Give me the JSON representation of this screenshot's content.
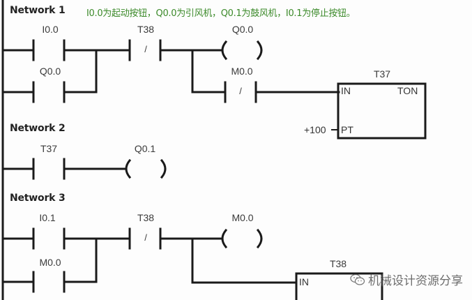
{
  "networks": [
    {
      "title": "Network 1",
      "comment": "I0.0为起动按钮，Q0.0为引风机，Q0.1为鼓风机，I0.1为停止按钮。",
      "elements": [
        {
          "type": "contact_no",
          "address": "I0.0"
        },
        {
          "type": "contact_no",
          "address": "Q0.0",
          "branch": "parallel"
        },
        {
          "type": "contact_nc",
          "address": "T38"
        },
        {
          "type": "coil",
          "address": "Q0.0"
        },
        {
          "type": "contact_nc",
          "address": "M0.0"
        },
        {
          "type": "timer",
          "address": "T37",
          "kind": "TON",
          "in_pin": "IN",
          "pt_pin": "PT",
          "preset": "+100"
        }
      ]
    },
    {
      "title": "Network 2",
      "elements": [
        {
          "type": "contact_no",
          "address": "T37"
        },
        {
          "type": "coil",
          "address": "Q0.1"
        }
      ]
    },
    {
      "title": "Network 3",
      "elements": [
        {
          "type": "contact_no",
          "address": "I0.1"
        },
        {
          "type": "contact_no",
          "address": "M0.0",
          "branch": "parallel"
        },
        {
          "type": "contact_nc",
          "address": "T38"
        },
        {
          "type": "coil",
          "address": "M0.0"
        },
        {
          "type": "timer",
          "address": "T38",
          "kind": "TON",
          "in_pin": "IN"
        }
      ]
    }
  ],
  "labels": {
    "n1_i00": "I0.0",
    "n1_q00_contact": "Q0.0",
    "n1_t38": "T38",
    "n1_q00_coil": "Q0.0",
    "n1_m00": "M0.0",
    "n1_t37_box": "T37",
    "n1_t37_in": "IN",
    "n1_t37_ton": "TON",
    "n1_t37_pt": "PT",
    "n1_t37_preset": "+100",
    "n2_t37": "T37",
    "n2_q01": "Q0.1",
    "n3_i01": "I0.1",
    "n3_m00_contact": "M0.0",
    "n3_t38": "T38",
    "n3_m00_coil": "M0.0",
    "n3_t38_box": "T38",
    "n3_t38_in": "IN",
    "nc_mark": "/"
  },
  "watermark": {
    "text": "机械设计资源分享",
    "icon": "wechat-icon"
  },
  "colors": {
    "line": "#1a1a1a",
    "comment": "#3c8a2a",
    "background": "#fdfdfd"
  }
}
